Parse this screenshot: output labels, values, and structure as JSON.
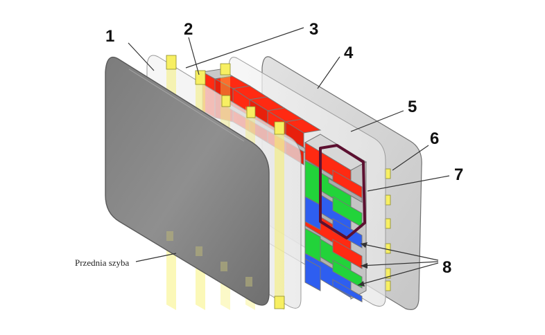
{
  "diagram": {
    "callouts": {
      "c1": "1",
      "c2": "2",
      "c3": "3",
      "c4": "4",
      "c5": "5",
      "c6": "6",
      "c7": "7",
      "c8": "8"
    },
    "front_glass_caption": "Przednia szyba"
  },
  "colors": {
    "red": "#ff2a12",
    "green": "#22d33a",
    "blue": "#2e5ef0",
    "electrode": "#f7ef62",
    "highlight": "#5c1030",
    "front_glass": "#8c8c8c",
    "back_glass": "#d9d9d9"
  }
}
